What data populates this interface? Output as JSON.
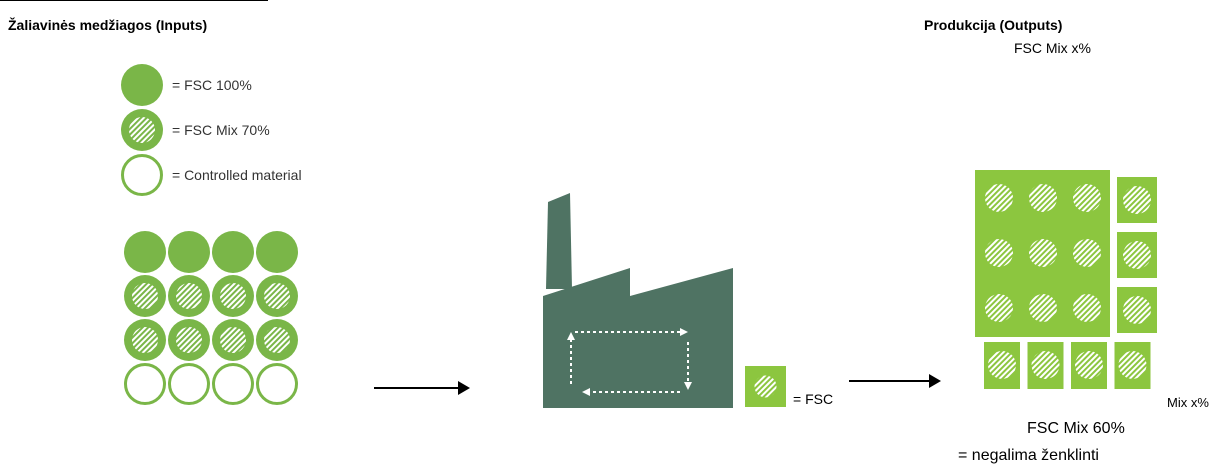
{
  "inputs": {
    "title": "Žaliavinės medžiagos (Inputs)",
    "legend": [
      {
        "kind": "fsc100",
        "label": "= FSC 100%"
      },
      {
        "kind": "mix",
        "label": "= FSC Mix 70%"
      },
      {
        "kind": "controlled",
        "label": "= Controlled material"
      }
    ],
    "grid_rows": [
      "fsc100",
      "mix",
      "mix",
      "controlled"
    ],
    "grid_columns": 4
  },
  "middle": {
    "fsc_label": "= FSC"
  },
  "outputs": {
    "title": "Produkcija (Outputs)",
    "subtitle": "FSC Mix x%",
    "mix_label": "Mix x%",
    "product_label": "FSC Mix 60%",
    "note": "= negalima ženklinti"
  },
  "colors": {
    "green": "#7ab648",
    "light_green": "#8cc63f",
    "factory": "#4f7363",
    "outline_green": "#7ab648"
  }
}
